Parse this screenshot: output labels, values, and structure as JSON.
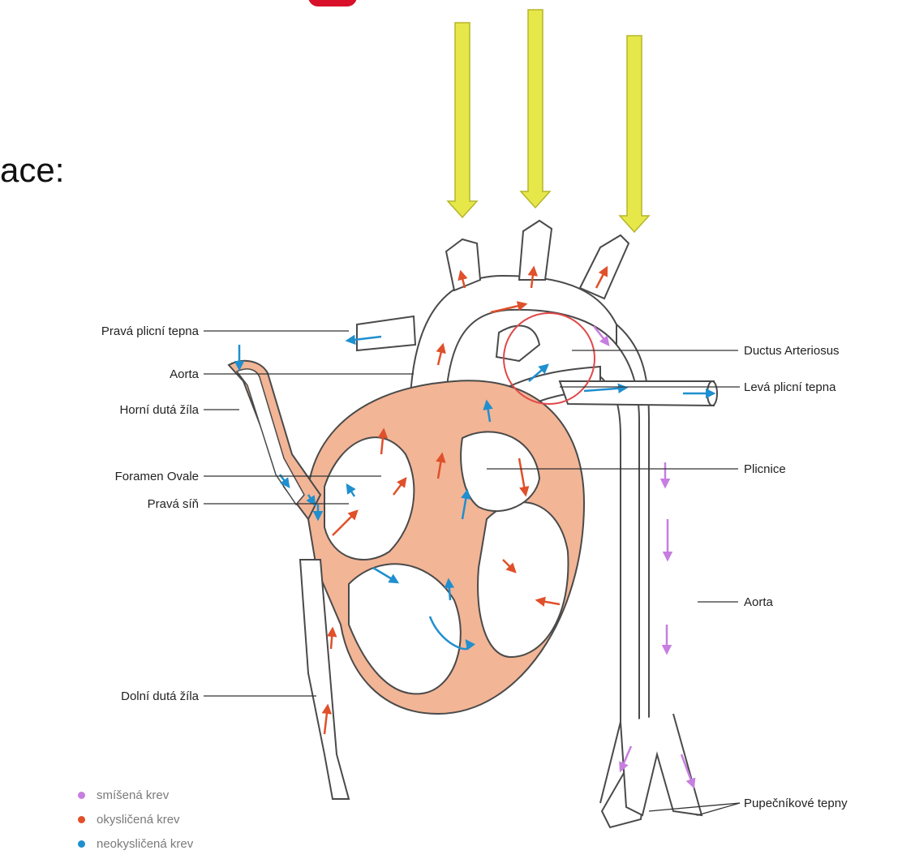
{
  "slide_text": "ace:",
  "labels": {
    "prava_plicni_tepna": "Pravá plicní tepna",
    "aorta_left": "Aorta",
    "horni_duta_zila": "Horní dutá žíla",
    "foramen_ovale": "Foramen Ovale",
    "prava_sin": "Pravá síň",
    "dolni_duta_zila": "Dolní dutá žíla",
    "ductus_arteriosus": "Ductus Arteriosus",
    "leva_plicni_tepna": "Levá plicní tepna",
    "plicnice": "Plicnice",
    "aorta_right": "Aorta",
    "pupecnikove_tepny": "Pupečníkové tepny"
  },
  "legend": [
    {
      "label": "smíšená krev",
      "color": "#c77ee0"
    },
    {
      "label": "okysličená krev",
      "color": "#e0502a"
    },
    {
      "label": "neokysličená krev",
      "color": "#1f8fcf"
    }
  ],
  "colors": {
    "vessel_fill": "#f2b596",
    "vessel_stroke": "#4a4a4a",
    "oxygenated": "#e0502a",
    "deoxygenated": "#1f8fcf",
    "mixed": "#c77ee0",
    "pointer_arrow": "#e6e84a",
    "highlight_circle": "#e04848",
    "slide_red": "#d8102a"
  }
}
